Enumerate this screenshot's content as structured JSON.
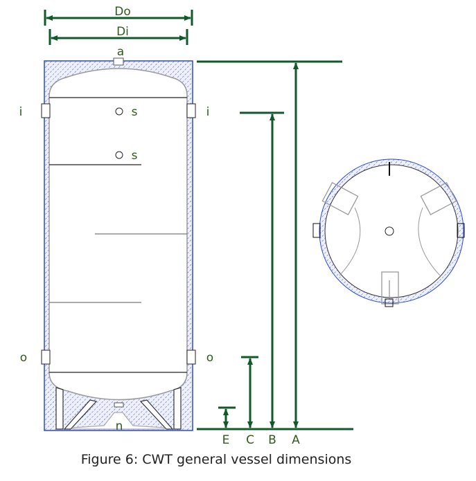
{
  "dimensions": {
    "Do": "Do",
    "Di": "Di",
    "A": "A",
    "B": "B",
    "C": "C",
    "E": "E"
  },
  "connections": {
    "a": "a",
    "i_left": "i",
    "i_right": "i",
    "s1": "s",
    "s2": "s",
    "o_left": "o",
    "o_right": "o",
    "n": "n"
  },
  "caption": "Figure 6:  CWT general vessel dimensions",
  "colors": {
    "dimension": "#0f5a28",
    "label": "#2f5a1c",
    "insulation": "#3a4fc8"
  }
}
